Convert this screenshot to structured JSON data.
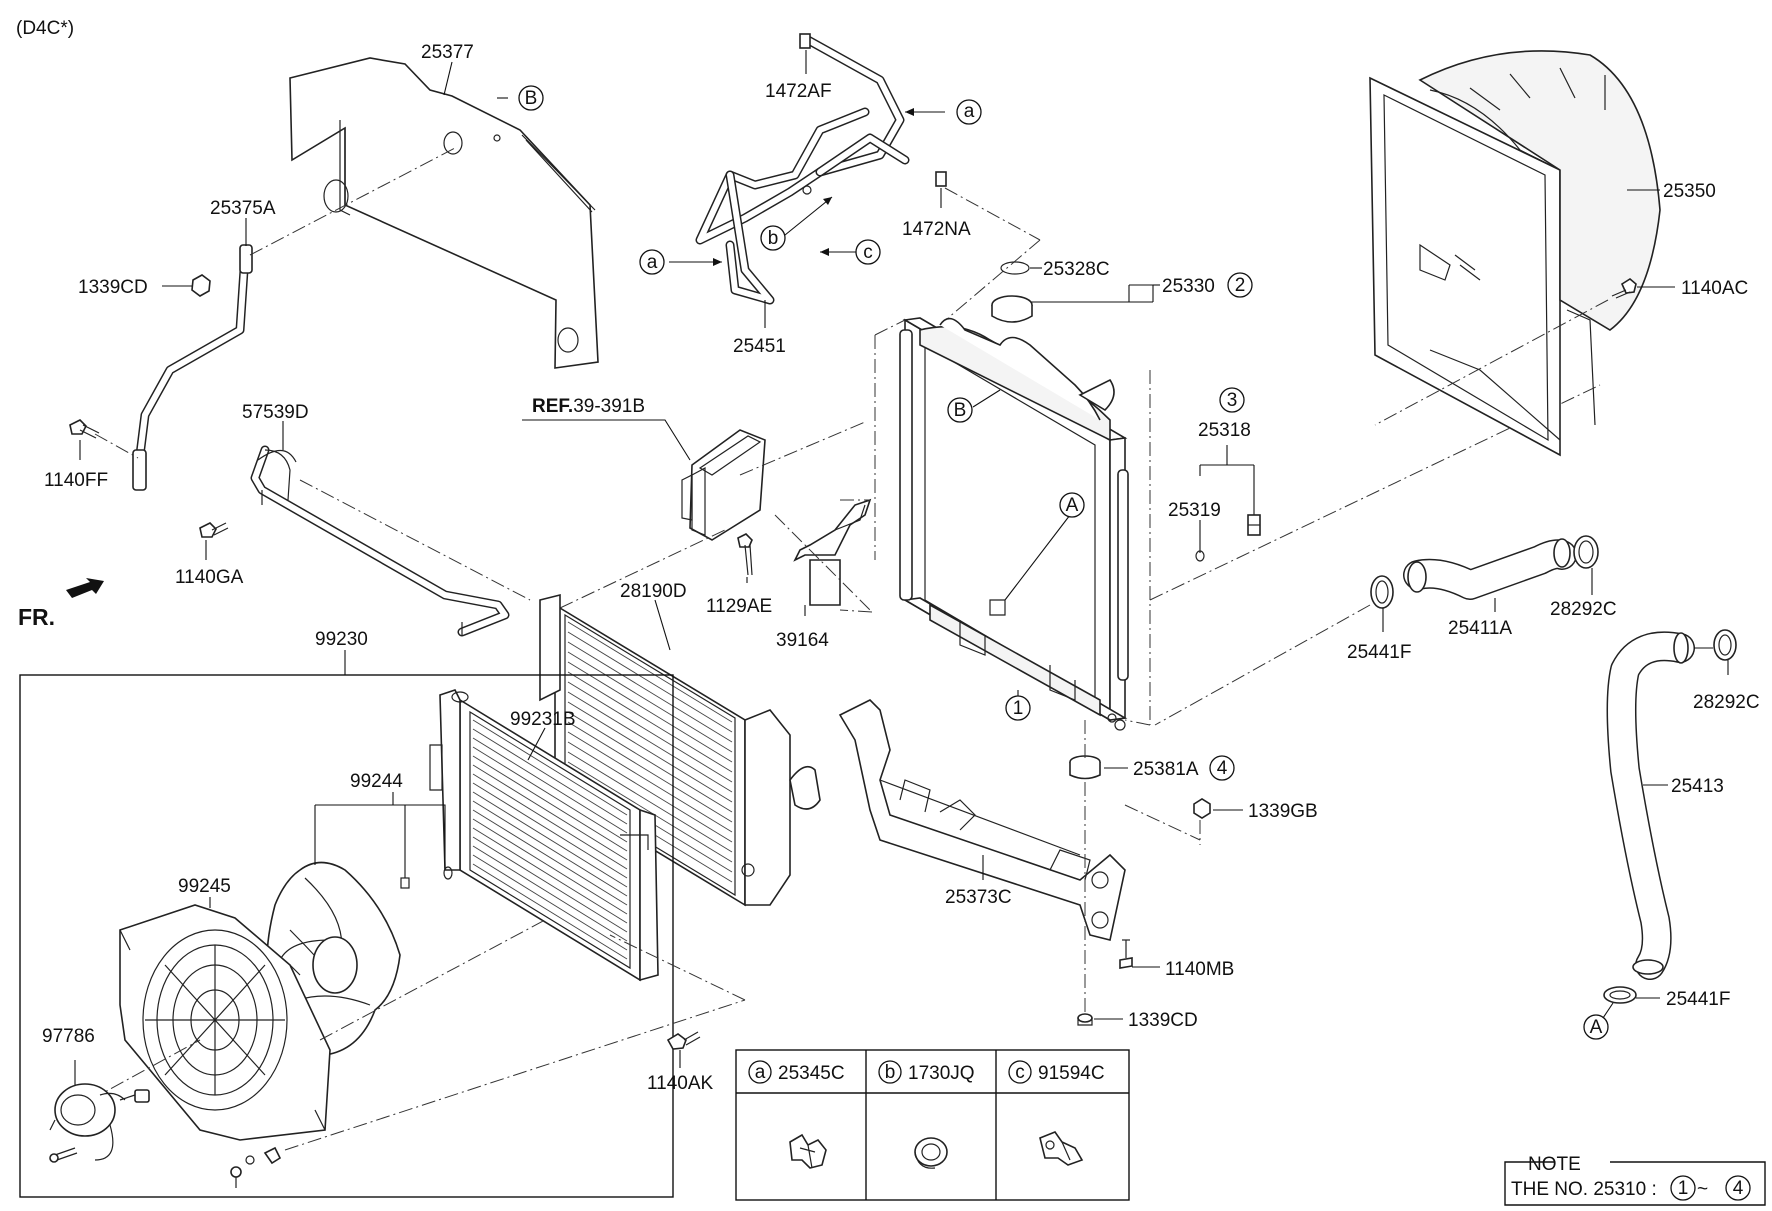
{
  "engine_code": "(D4C*)",
  "front_marker": "FR.",
  "reference": {
    "bold": "REF.",
    "text": "39-391B"
  },
  "parts": {
    "p25377": "25377",
    "p25375A": "25375A",
    "p1339CD_top": "1339CD",
    "p1140FF": "1140FF",
    "p57539D": "57539D",
    "p1140GA": "1140GA",
    "p1472AF": "1472AF",
    "p1472NA": "1472NA",
    "p25451": "25451",
    "p25328C": "25328C",
    "p25330": "25330",
    "p25350": "25350",
    "p1140AC": "1140AC",
    "p25318": "25318",
    "p25319": "25319",
    "p28292C_a": "28292C",
    "p25411A": "25411A",
    "p25441F_a": "25441F",
    "p28292C_b": "28292C",
    "p25413": "25413",
    "p25441F_b": "25441F",
    "p1129AE": "1129AE",
    "p39164": "39164",
    "p28190D": "28190D",
    "p99230": "99230",
    "p99231B": "99231B",
    "p99244": "99244",
    "p99245": "99245",
    "p97786": "97786",
    "p1140AK": "1140AK",
    "p25381A": "25381A",
    "p1339GB": "1339GB",
    "p25373C": "25373C",
    "p1140MB": "1140MB",
    "p1339CD_bottom": "1339CD"
  },
  "callouts": {
    "a": "a",
    "b": "b",
    "c": "c",
    "A": "A",
    "B": "B",
    "n1": "1",
    "n2": "2",
    "n3": "3",
    "n4": "4"
  },
  "legend": {
    "a": {
      "letter": "a",
      "part": "25345C"
    },
    "b": {
      "letter": "b",
      "part": "1730JQ"
    },
    "c": {
      "letter": "c",
      "part": "91594C"
    }
  },
  "note": {
    "title": "NOTE",
    "text": "THE NO. 25310 :",
    "from": "1",
    "sep": "~",
    "to": "4"
  }
}
